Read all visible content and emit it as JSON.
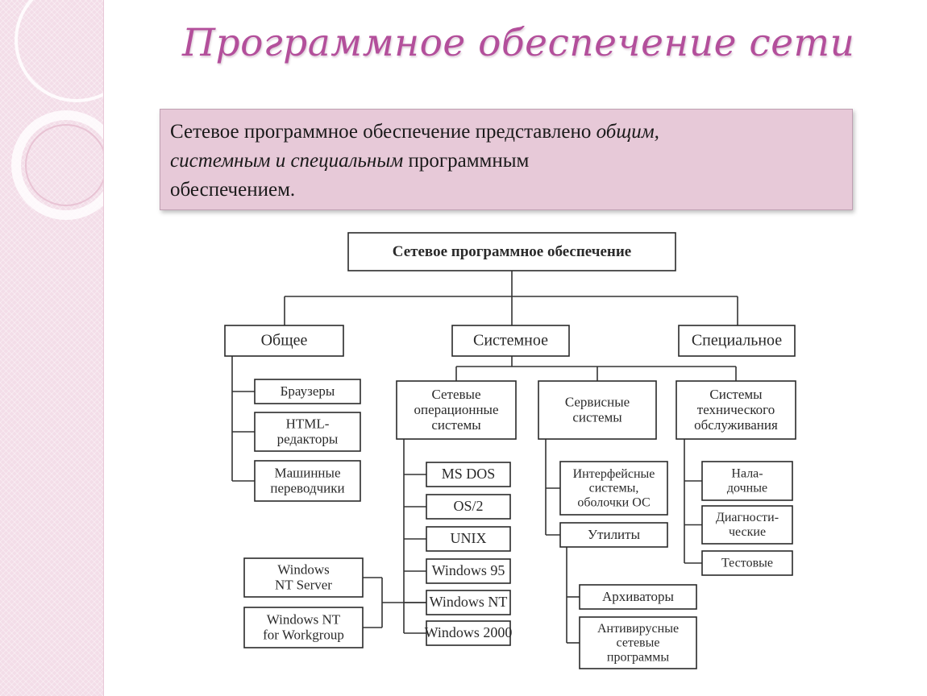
{
  "slide": {
    "title": "Программное обеспечение сети",
    "intro": {
      "part1": "Сетевое программное обеспечение представлено ",
      "italic1": "общим,",
      "italic2": "системным и специальным",
      "part2": " программным",
      "part3": "обеспечением."
    }
  },
  "diagram": {
    "root": "Сетевое программное обеспечение",
    "general": {
      "label": "Общее",
      "items": [
        [
          "Браузеры"
        ],
        [
          "HTML-",
          "редакторы"
        ],
        [
          "Машинные",
          "переводчики"
        ]
      ]
    },
    "system": {
      "label": "Системное",
      "network_os": {
        "label": [
          "Сетевые",
          "операционные",
          "системы"
        ],
        "items": [
          "MS DOS",
          "OS/2",
          "UNIX",
          "Windows 95",
          "Windows NT",
          "Windows 2000"
        ],
        "windows_nt_variants": [
          [
            "Windows",
            "NT Server"
          ],
          [
            "Windows NT",
            "for Workgroup"
          ]
        ]
      },
      "service": {
        "label": [
          "Сервисные",
          "системы"
        ],
        "items": [
          [
            "Интерфейсные",
            "системы,",
            "оболочки ОС"
          ],
          [
            "Утилиты"
          ]
        ],
        "utilities": [
          [
            "Архиваторы"
          ],
          [
            "Антивирусные",
            "сетевые",
            "программы"
          ]
        ]
      },
      "maintenance": {
        "label": [
          "Системы",
          "технического",
          "обслуживания"
        ],
        "items": [
          [
            "Нала-",
            "дочные"
          ],
          [
            "Диагности-",
            "ческие"
          ],
          [
            "Тестовые"
          ]
        ]
      }
    },
    "special": {
      "label": "Специальное"
    }
  }
}
